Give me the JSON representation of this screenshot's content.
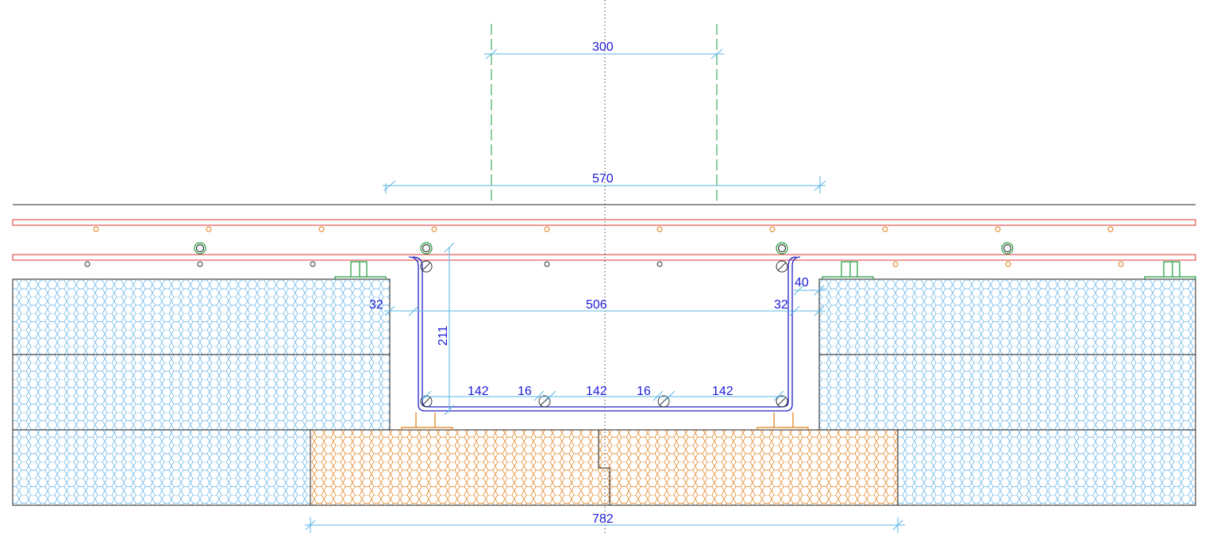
{
  "colors": {
    "dimension": "#5ab4e6",
    "dimension_text": "#1b1bd6",
    "rebar_outline": "#e03030",
    "rebar_dot": "#e07a10",
    "connector": "#1a9b3a",
    "stirrup": "#2020c8",
    "insulation": "#5aaee6",
    "insulation_warm": "#e07a10",
    "outline": "#222222"
  },
  "dimensions": {
    "top_span": "300",
    "mid_span": "570",
    "left_cover": "32",
    "inner_width": "506",
    "right_cover": "32",
    "corner_offset": "40",
    "depth": "211",
    "bottom_spacing_1": "142",
    "bar_1": "16",
    "bottom_spacing_2": "142",
    "bar_2": "16",
    "bottom_spacing_3": "142",
    "base_span": "782"
  }
}
